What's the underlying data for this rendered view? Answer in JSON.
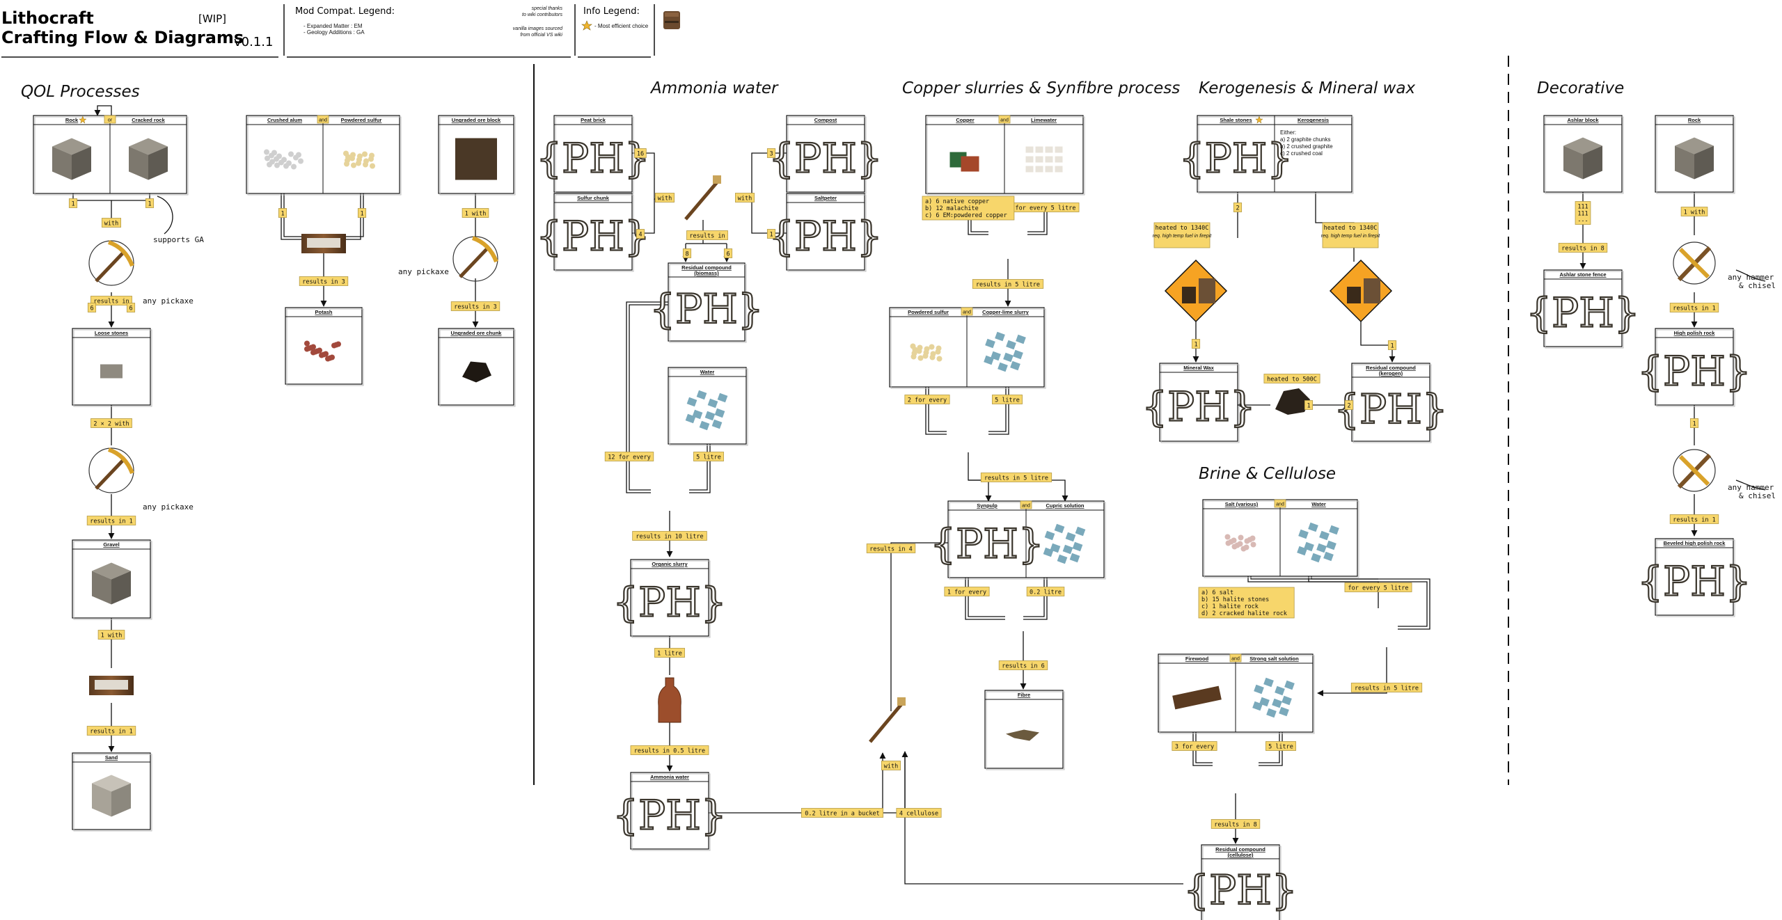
{
  "header": {
    "title_line1": "Lithocraft",
    "title_line2": "Crafting Flow & Diagrams",
    "version": "v0.1.1",
    "wip": "[WIP]",
    "mod_legend_title": "Mod Compat. Legend:",
    "mod_legend_items": [
      "- Expanded Matter : EM",
      "- Geology Additions : GA"
    ],
    "credits": [
      "special thanks",
      "to wiki contributors",
      "vanilla images sourced",
      "from official VS wiki"
    ],
    "info_legend_title": "Info Legend:",
    "info_legend_item": "- Most efficient choice"
  },
  "colors": {
    "tag_fill": "#f7d66b",
    "tag_stroke": "#b39a45",
    "star": "#f0b42e",
    "diamond": "#f6a323"
  },
  "sections": [
    {
      "id": "qol",
      "title": "QOL Processes"
    },
    {
      "id": "ammonia",
      "title": "Ammonia water"
    },
    {
      "id": "copper",
      "title": "Copper slurries & Synfibre process"
    },
    {
      "id": "kerogen",
      "title": "Kerogenesis & Mineral wax"
    },
    {
      "id": "brine",
      "title": "Brine & Cellulose"
    },
    {
      "id": "decor",
      "title": "Decorative"
    }
  ],
  "boxes": [
    {
      "id": "rock",
      "labels": [
        "Rock",
        "Cracked rock"
      ],
      "joiner": "or",
      "icons": [
        "stone-cube-icon",
        "stone-cube-icon"
      ],
      "star": [
        true,
        false
      ]
    },
    {
      "id": "loose",
      "labels": [
        "Loose stones"
      ],
      "icons": [
        "loose-stone-icon"
      ]
    },
    {
      "id": "gravel",
      "labels": [
        "Gravel"
      ],
      "icons": [
        "stone-cube-icon"
      ]
    },
    {
      "id": "sand",
      "labels": [
        "Sand"
      ],
      "icons": [
        "sand-cube-icon"
      ]
    },
    {
      "id": "alum",
      "labels": [
        "Crushed alum",
        "Powdered sulfur"
      ],
      "joiner": "and",
      "icons": [
        "crushed-alum-icon",
        "powder-icon"
      ]
    },
    {
      "id": "potash",
      "labels": [
        "Potash"
      ],
      "icons": [
        "potash-icon"
      ]
    },
    {
      "id": "ore",
      "labels": [
        "Ungraded ore block"
      ],
      "icons": [
        "ore-block-icon"
      ]
    },
    {
      "id": "orechunk",
      "labels": [
        "Ungraded ore chunk"
      ],
      "icons": [
        "ore-chunk-icon"
      ]
    },
    {
      "id": "peat",
      "labels": [
        "Peat brick"
      ],
      "icons": [
        "placeholder-icon"
      ]
    },
    {
      "id": "sulfur",
      "labels": [
        "Sulfur chunk"
      ],
      "icons": [
        "placeholder-icon"
      ]
    },
    {
      "id": "compost",
      "labels": [
        "Compost"
      ],
      "icons": [
        "placeholder-icon"
      ]
    },
    {
      "id": "saltpeter",
      "labels": [
        "Saltpeter"
      ],
      "icons": [
        "placeholder-icon"
      ]
    },
    {
      "id": "residual",
      "labels": [
        "Residual compound"
      ],
      "sub": "(biomass)",
      "icons": [
        "placeholder-icon"
      ]
    },
    {
      "id": "water1",
      "labels": [
        "Water"
      ],
      "icons": [
        "water-icon"
      ]
    },
    {
      "id": "organic",
      "labels": [
        "Organic slurry"
      ],
      "icons": [
        "placeholder-icon"
      ]
    },
    {
      "id": "ammoniawater",
      "labels": [
        "Ammonia water"
      ],
      "icons": [
        "placeholder-icon"
      ]
    },
    {
      "id": "copper",
      "labels": [
        "Copper",
        "Limewater"
      ],
      "joiner": "and",
      "icons": [
        "copper-icon",
        "limewater-icon"
      ]
    },
    {
      "id": "psulfur",
      "labels": [
        "Powdered sulfur",
        "Copper-lime slurry"
      ],
      "joiner": "and",
      "icons": [
        "powder-icon",
        "water-icon"
      ]
    },
    {
      "id": "synpulp",
      "labels": [
        "Synpulp",
        "Cupric solution"
      ],
      "joiner": "and",
      "icons": [
        "placeholder-icon",
        "water-icon"
      ]
    },
    {
      "id": "fibre",
      "labels": [
        "Fibre"
      ],
      "icons": [
        "fibre-icon"
      ]
    },
    {
      "id": "shale",
      "labels": [
        "Shale stones",
        "Kerogenesis"
      ],
      "icons": [
        "placeholder-icon",
        "text"
      ],
      "star": [
        true,
        false
      ]
    },
    {
      "id": "minwax",
      "labels": [
        "Mineral Wax"
      ],
      "icons": [
        "placeholder-icon"
      ]
    },
    {
      "id": "rescompk",
      "labels": [
        "Residual compound"
      ],
      "sub": "(kerogen)",
      "icons": [
        "placeholder-icon"
      ]
    },
    {
      "id": "salt",
      "labels": [
        "Salt (various)",
        "Water"
      ],
      "joiner": "and",
      "icons": [
        "salt-icon",
        "water-icon"
      ]
    },
    {
      "id": "firewood",
      "labels": [
        "Firewood",
        "Strong salt solution"
      ],
      "joiner": "and",
      "icons": [
        "firewood-icon",
        "water-icon"
      ]
    },
    {
      "id": "rescompc",
      "labels": [
        "Residual compound"
      ],
      "sub": "(cellulose)",
      "icons": [
        "placeholder-icon"
      ]
    },
    {
      "id": "ashlar",
      "labels": [
        "Ashlar block"
      ],
      "icons": [
        "stone-cube-icon"
      ]
    },
    {
      "id": "ashlarfence",
      "labels": [
        "Ashlar stone fence"
      ],
      "icons": [
        "placeholder-icon"
      ]
    },
    {
      "id": "rock2",
      "labels": [
        "Rock"
      ],
      "icons": [
        "stone-cube-icon"
      ]
    },
    {
      "id": "hprock",
      "labels": [
        "High polish rock"
      ],
      "icons": [
        "placeholder-icon"
      ]
    },
    {
      "id": "bevel",
      "labels": [
        "Beveled high polish rock"
      ],
      "icons": [
        "placeholder-icon"
      ]
    }
  ],
  "placeholder_text": "{PH}",
  "kerogenesis_text": [
    "Either:",
    "a) 2 graphite chunks",
    "b) 2 crushed graphite",
    "c) 2 crushed coal"
  ],
  "tags": {
    "t1": "1",
    "t2": "1",
    "with": "with",
    "results_in": "results in",
    "n6a": "6",
    "n6b": "6",
    "two_x_two": "2 × 2 with",
    "results_in_1": "results in 1",
    "one_with": "1 with",
    "results_in_1b": "results in 1",
    "alum1": "1",
    "alum2": "1",
    "results_in_3": "results in 3",
    "ore_with": "1 with",
    "ore_res": "results in 3",
    "n16": "16",
    "n4": "4",
    "n3": "3",
    "n1": "1",
    "with_a": "with",
    "with_b": "with",
    "results_in_am": "results in",
    "n8": "8",
    "n6c": "6",
    "twelve": "12 for every",
    "five_l": "5 litre",
    "res10": "results in 10 litre",
    "one_l": "1 litre",
    "res05": "results in 0.5 litre",
    "buck": "0.2 litre in a bucket",
    "cell": "4 cellulose",
    "with_c": "with",
    "res4": "results in 4",
    "copper_opts": [
      "a) 6 native copper",
      "b) 12 malachite",
      "c) 6 EM:powdered copper"
    ],
    "every5": "for every 5 litre",
    "res5": "results in 5 litre",
    "two_every": "2 for every",
    "five_l2": "5 litre",
    "res5b": "results in 5 litre",
    "one_every": "1 for every",
    "point2": "0.2 litre",
    "res6": "results in 6",
    "k2": "2",
    "heated1": "heated to 1340C",
    "heated_note": "req. high temp fuel in firepit",
    "heated2": "heated to 1340C",
    "k1": "1",
    "k1b": "1",
    "heated500": "heated to 500C",
    "k1c": "1",
    "k2b": "2",
    "salt_opts": [
      "a) 6 salt",
      "b) 15 halite stones",
      "c) 1 halite rock",
      "d) 2 cracked halite rock"
    ],
    "every5b": "for every 5 litre",
    "res5c": "results in 5 litre",
    "three_every": "3 for every",
    "five_l3": "5 litre",
    "res8": "results in 8",
    "ashlar_tag": [
      "111",
      "111",
      "---"
    ],
    "res8b": "results in 8",
    "rock_with": "1 with",
    "res1a": "results in 1",
    "n1d": "1",
    "res1b": "results in 1"
  },
  "annotations": {
    "supports": "supports GA",
    "any_pickaxe": "any pickaxe",
    "any_pickaxe2": "any pickaxe",
    "any_pickaxe3": "any pickaxe",
    "hammer1": [
      "any hammer",
      "& chisel"
    ],
    "hammer2": [
      "any hammer",
      "& chisel"
    ]
  }
}
